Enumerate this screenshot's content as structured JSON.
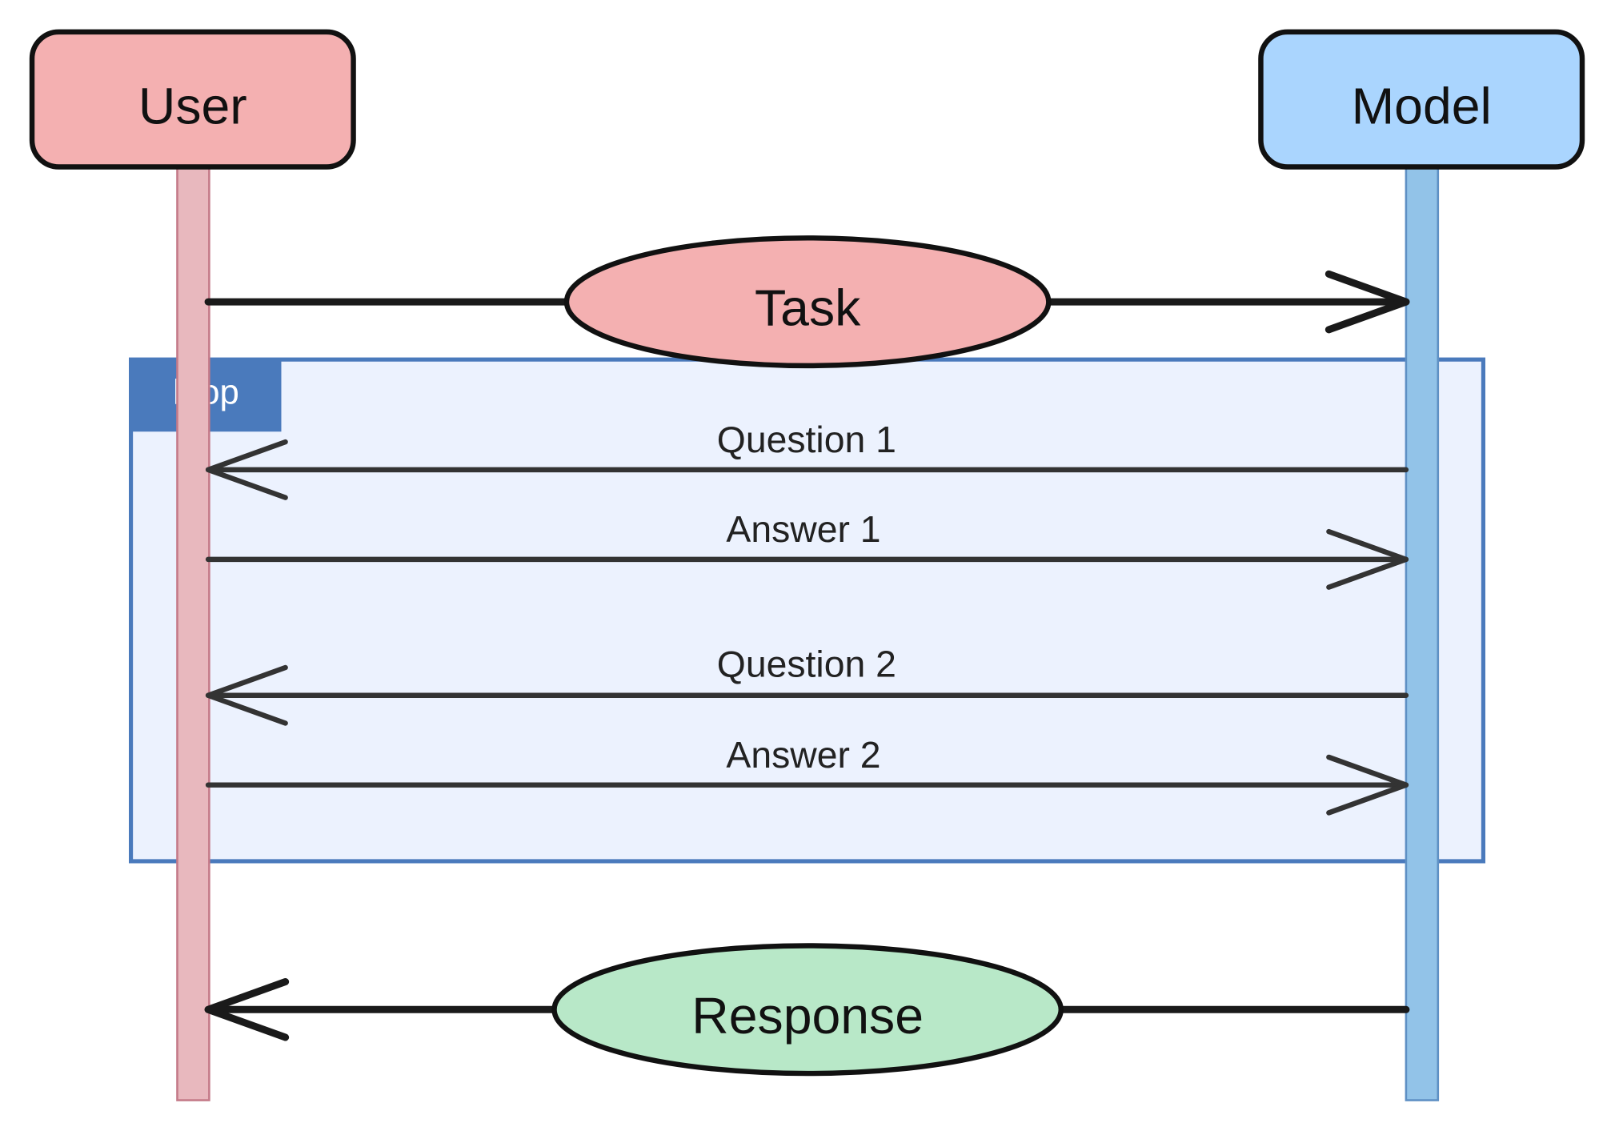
{
  "participants": {
    "user": {
      "label": "User",
      "fill": "#f4b0b1",
      "lifeline_fill": "#e8b8be",
      "lifeline_stroke": "#c47a88"
    },
    "model": {
      "label": "Model",
      "fill": "#aad5fe",
      "lifeline_fill": "#92c3e8",
      "lifeline_stroke": "#5e90c4"
    }
  },
  "messages": {
    "task": {
      "label": "Task",
      "from": "user",
      "to": "model",
      "fill": "#f4b0b1"
    },
    "question_1": {
      "label": "Question 1",
      "from": "model",
      "to": "user"
    },
    "answer_1": {
      "label": "Answer 1",
      "from": "user",
      "to": "model"
    },
    "question_2": {
      "label": "Question 2",
      "from": "model",
      "to": "user"
    },
    "answer_2": {
      "label": "Answer 2",
      "from": "user",
      "to": "model"
    },
    "response": {
      "label": "Response",
      "from": "model",
      "to": "user",
      "fill": "#b8e8c8"
    }
  },
  "loop": {
    "label": "loop",
    "border_color": "#4a7abc",
    "fill": "#ecf2fe",
    "tag_fill": "#4a7abc"
  }
}
